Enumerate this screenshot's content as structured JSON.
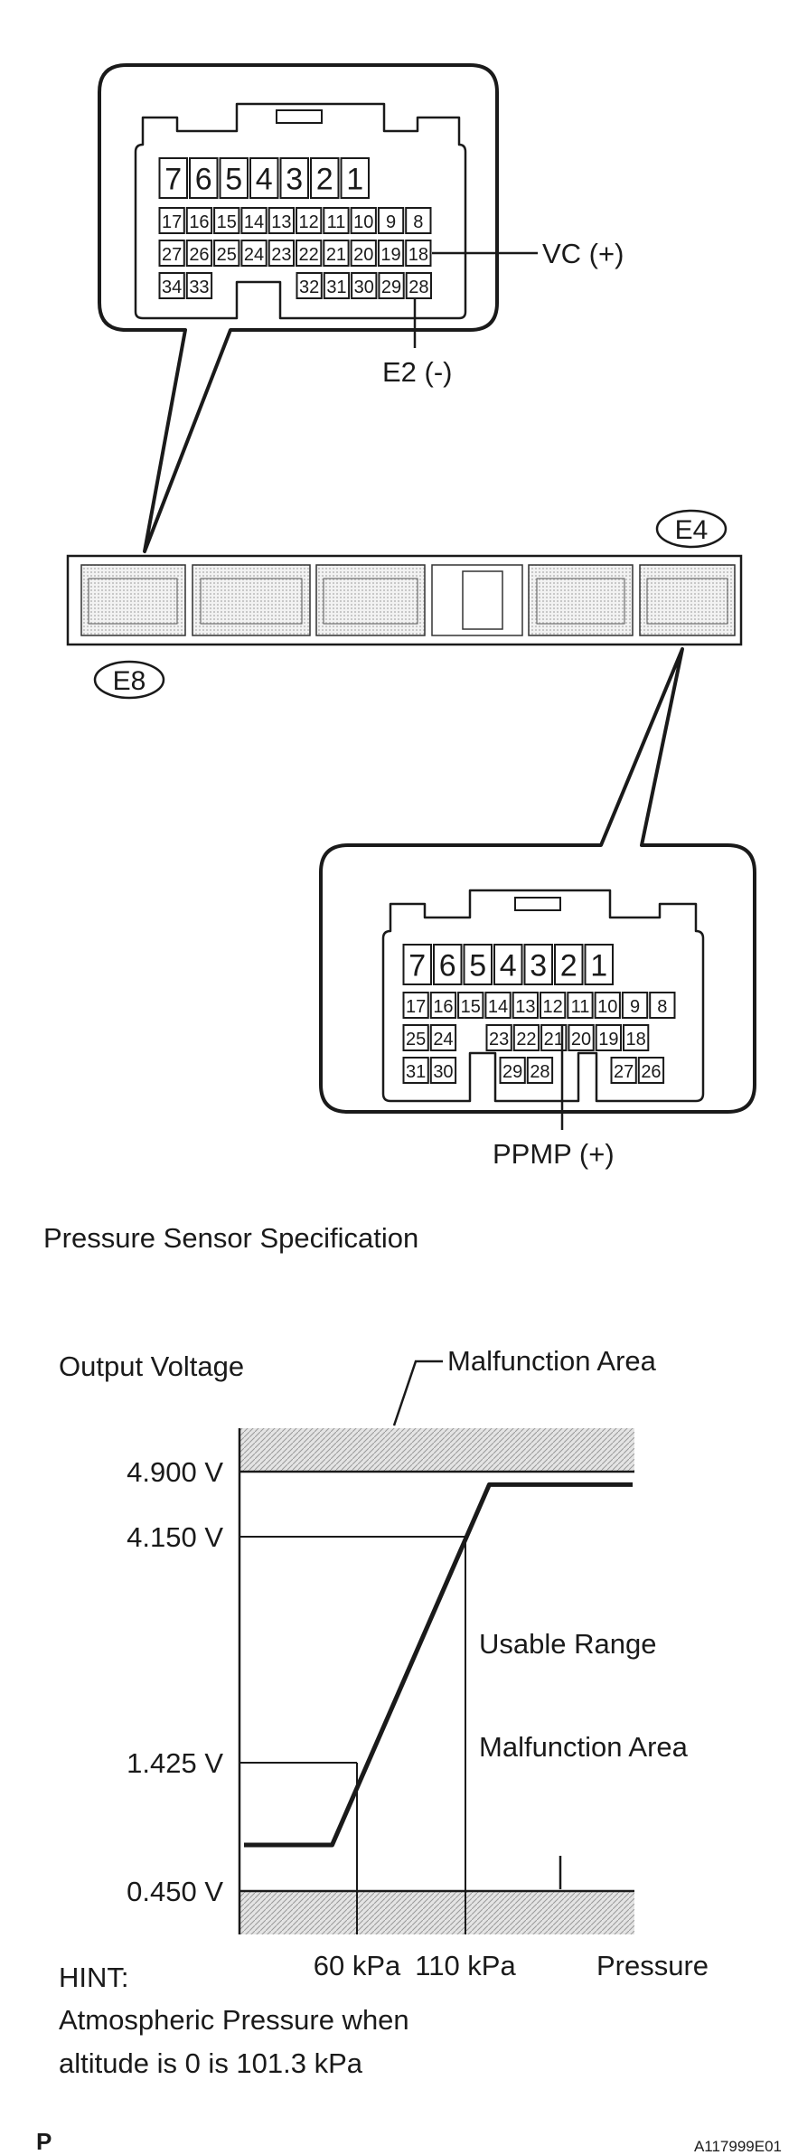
{
  "connector_e8": {
    "row1": [
      "7",
      "6",
      "5",
      "4",
      "3",
      "2",
      "1"
    ],
    "row2": [
      "17",
      "16",
      "15",
      "14",
      "13",
      "12",
      "11",
      "10",
      "9",
      "8"
    ],
    "row3": [
      "27",
      "26",
      "25",
      "24",
      "23",
      "22",
      "21",
      "20",
      "19",
      "18"
    ],
    "row4_left": [
      "34",
      "33"
    ],
    "row4_right": [
      "32",
      "31",
      "30",
      "29",
      "28"
    ],
    "vc_label": "VC (+)",
    "e2_label": "E2 (-)"
  },
  "ecu": {
    "e8_tag": "E8",
    "e4_tag": "E4"
  },
  "connector_e4": {
    "row1": [
      "7",
      "6",
      "5",
      "4",
      "3",
      "2",
      "1"
    ],
    "row2": [
      "17",
      "16",
      "15",
      "14",
      "13",
      "12",
      "11",
      "10",
      "9",
      "8"
    ],
    "row3_left": [
      "25",
      "24"
    ],
    "row3_right": [
      "23",
      "22",
      "21",
      "20",
      "19",
      "18"
    ],
    "row4_a": [
      "31",
      "30"
    ],
    "row4_b": [
      "29",
      "28"
    ],
    "row4_c": [
      "27",
      "26"
    ],
    "ppmp_label": "PPMP (+)"
  },
  "spec": {
    "title": "Pressure Sensor Specification",
    "ylabel": "Output Voltage",
    "malfunction_top": "Malfunction Area",
    "usable_range": "Usable Range",
    "malfunction_bottom": "Malfunction Area",
    "xlabel": "Pressure",
    "hint_title": "HINT:",
    "hint_line1": "Atmospheric Pressure when",
    "hint_line2": "altitude is 0 is 101.3 kPa"
  },
  "chart_data": {
    "type": "line",
    "ylabel": "Output Voltage",
    "xlabel": "Pressure",
    "y_ticks": [
      "4.900 V",
      "4.150 V",
      "1.425 V",
      "0.450 V"
    ],
    "x_ticks": [
      "60 kPa",
      "110 kPa"
    ],
    "y_values_v": [
      4.9,
      4.15,
      1.425,
      0.45
    ],
    "x_values_kpa": [
      60,
      110
    ],
    "series": [
      {
        "points_kpa_v": [
          [
            60,
            1.425
          ],
          [
            110,
            4.15
          ]
        ]
      }
    ]
  },
  "footer": {
    "page_letter": "P",
    "figure_id": "A117999E01"
  }
}
